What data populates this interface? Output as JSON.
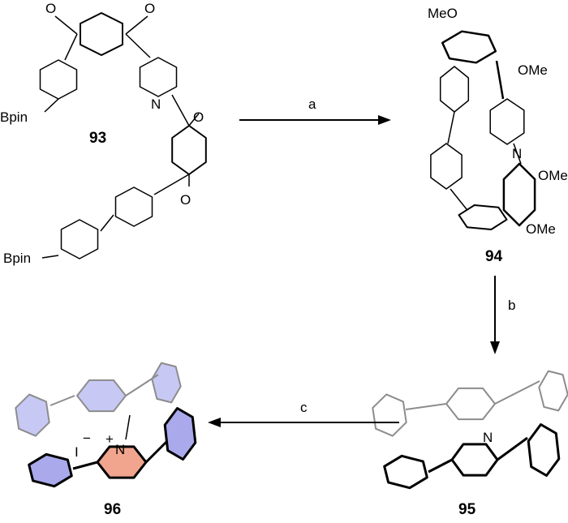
{
  "compounds": {
    "c93": {
      "label": "93",
      "substituents": [
        "Bpin",
        "Bpin"
      ],
      "oxygens": [
        "O",
        "O",
        "O",
        "O"
      ],
      "heteroatom": "N"
    },
    "c94": {
      "label": "94",
      "substituents": [
        "MeO",
        "OMe",
        "OMe",
        "OMe"
      ],
      "heteroatom": "N"
    },
    "c95": {
      "label": "95",
      "heteroatom": "N"
    },
    "c96": {
      "label": "96",
      "heteroatom": "N",
      "counterion": "I",
      "minus": "−",
      "plus": "+"
    }
  },
  "steps": {
    "a": "a",
    "b": "b",
    "c": "c"
  },
  "colors": {
    "gray_ring": "#8c8c8c",
    "blue_fill": "#c8c8f5",
    "dark_blue_fill": "#a9a9ec",
    "pink_fill": "#f2a58e",
    "black": "#000000"
  }
}
